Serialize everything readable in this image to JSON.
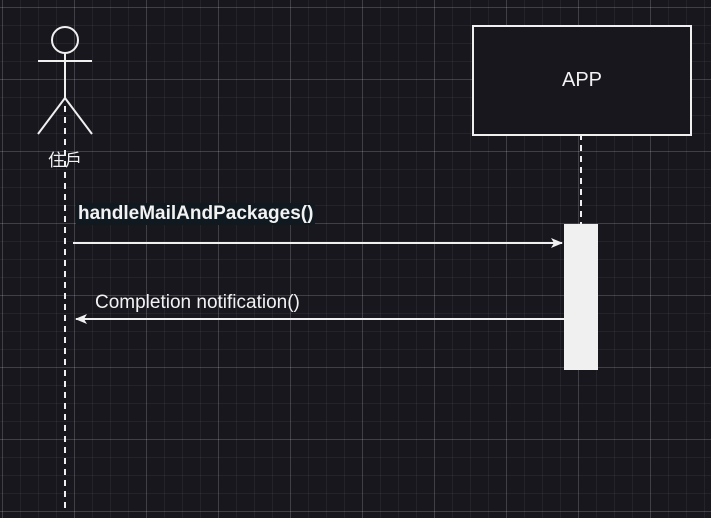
{
  "actor": {
    "label": "住戶",
    "icon": "stick-figure-icon"
  },
  "participant": {
    "label": "APP"
  },
  "messages": [
    {
      "label": "handleMailAndPackages()",
      "kind": "synchronous-call",
      "from": "住戶",
      "to": "APP"
    },
    {
      "label": "Completion notification()",
      "kind": "return",
      "from": "APP",
      "to": "住戶"
    }
  ],
  "colors": {
    "background": "#18171d",
    "stroke": "#f0f0f0",
    "activation_fill": "#f0f0f0"
  }
}
